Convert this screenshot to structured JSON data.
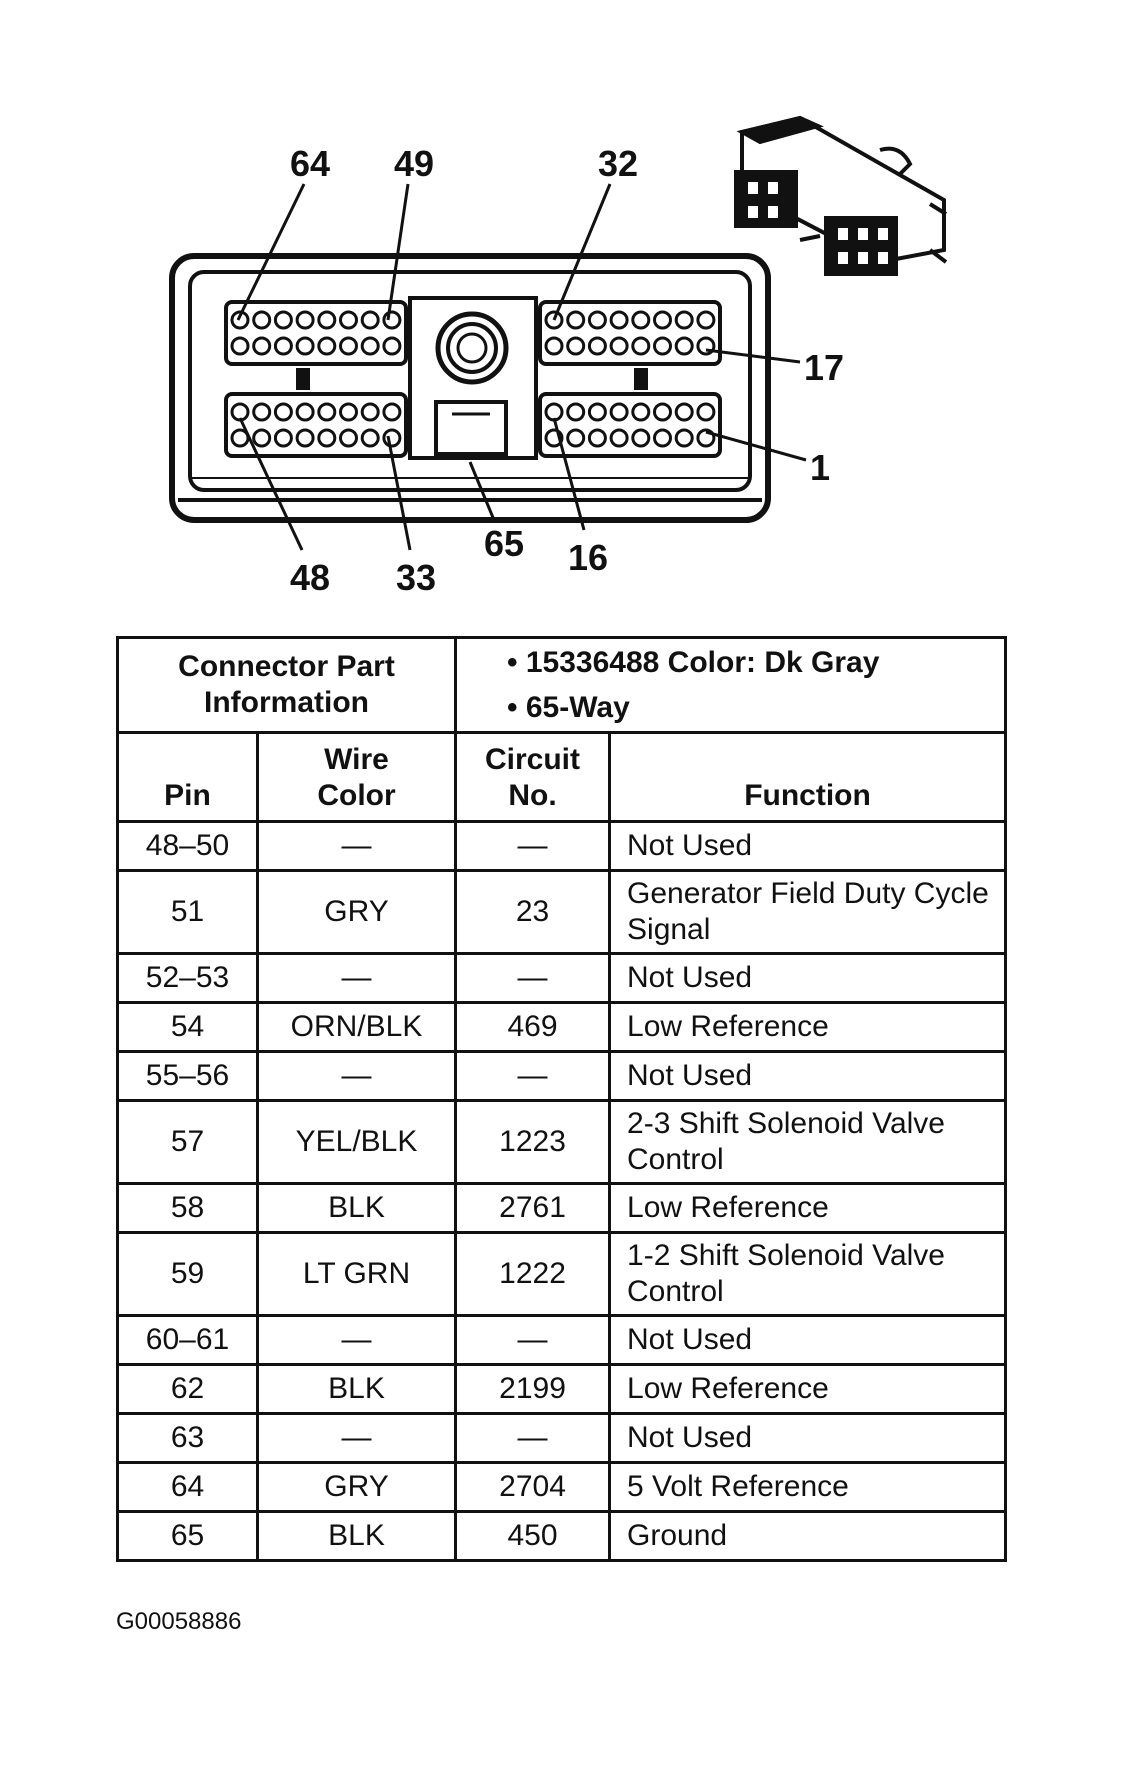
{
  "diagram": {
    "pin_labels": [
      "64",
      "49",
      "32",
      "17",
      "1",
      "48",
      "33",
      "65",
      "16"
    ]
  },
  "table": {
    "info_label_line1": "Connector Part",
    "info_label_line2": "Information",
    "info_values": [
      "• 15336488    Color: Dk Gray",
      "• 65-Way"
    ],
    "headers": {
      "pin": "Pin",
      "wire_color_line1": "Wire",
      "wire_color_line2": "Color",
      "circuit_line1": "Circuit",
      "circuit_line2": "No.",
      "function": "Function"
    },
    "rows": [
      {
        "pin": "48–50",
        "wire": "—",
        "circuit": "—",
        "function": "Not Used"
      },
      {
        "pin": "51",
        "wire": "GRY",
        "circuit": "23",
        "function": "Generator Field Duty Cycle Signal"
      },
      {
        "pin": "52–53",
        "wire": "—",
        "circuit": "—",
        "function": "Not Used"
      },
      {
        "pin": "54",
        "wire": "ORN/BLK",
        "circuit": "469",
        "function": "Low Reference"
      },
      {
        "pin": "55–56",
        "wire": "—",
        "circuit": "—",
        "function": "Not Used"
      },
      {
        "pin": "57",
        "wire": "YEL/BLK",
        "circuit": "1223",
        "function": "2-3 Shift Solenoid Valve Control"
      },
      {
        "pin": "58",
        "wire": "BLK",
        "circuit": "2761",
        "function": "Low Reference"
      },
      {
        "pin": "59",
        "wire": "LT GRN",
        "circuit": "1222",
        "function": "1-2 Shift Solenoid Valve Control"
      },
      {
        "pin": "60–61",
        "wire": "—",
        "circuit": "—",
        "function": "Not Used"
      },
      {
        "pin": "62",
        "wire": "BLK",
        "circuit": "2199",
        "function": "Low Reference"
      },
      {
        "pin": "63",
        "wire": "—",
        "circuit": "—",
        "function": "Not Used"
      },
      {
        "pin": "64",
        "wire": "GRY",
        "circuit": "2704",
        "function": "5 Volt Reference"
      },
      {
        "pin": "65",
        "wire": "BLK",
        "circuit": "450",
        "function": "Ground"
      }
    ]
  },
  "image_code": "G00058886"
}
